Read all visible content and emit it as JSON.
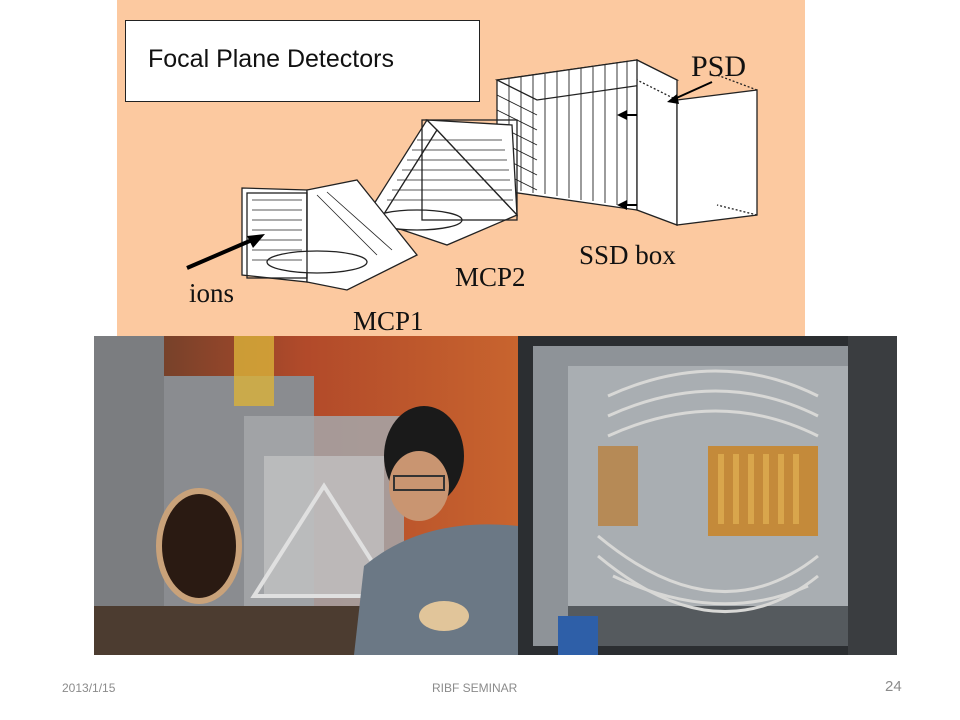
{
  "diagram": {
    "title": "Focal Plane Detectors",
    "labels": {
      "psd": "PSD",
      "ssd_box": "SSD box",
      "mcp2": "MCP2",
      "ions": "ions",
      "mcp1": "MCP1"
    },
    "background_color": "#FCC9A0"
  },
  "footer": {
    "date": "2013/1/15",
    "seminar": "RIBF SEMINAR",
    "page_number": "24"
  }
}
